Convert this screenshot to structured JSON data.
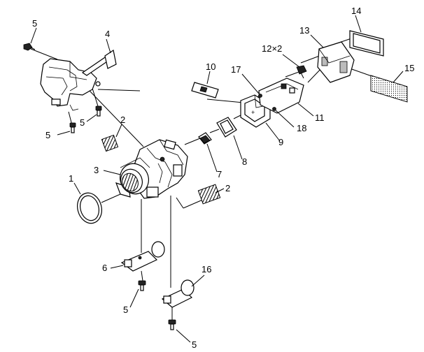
{
  "diagram": {
    "callouts": [
      {
        "id": "c5a",
        "label": "5"
      },
      {
        "id": "c4",
        "label": "4"
      },
      {
        "id": "c5b",
        "label": "5"
      },
      {
        "id": "c5c",
        "label": "5"
      },
      {
        "id": "c2a",
        "label": "2"
      },
      {
        "id": "c3",
        "label": "3"
      },
      {
        "id": "c1",
        "label": "1"
      },
      {
        "id": "c10",
        "label": "10"
      },
      {
        "id": "c17",
        "label": "17"
      },
      {
        "id": "c12",
        "label": "12×2"
      },
      {
        "id": "c13",
        "label": "13"
      },
      {
        "id": "c14",
        "label": "14"
      },
      {
        "id": "c15",
        "label": "15"
      },
      {
        "id": "c11",
        "label": "11"
      },
      {
        "id": "c18",
        "label": "18"
      },
      {
        "id": "c9",
        "label": "9"
      },
      {
        "id": "c8",
        "label": "8"
      },
      {
        "id": "c7",
        "label": "7"
      },
      {
        "id": "c2b",
        "label": "2"
      },
      {
        "id": "c6",
        "label": "6"
      },
      {
        "id": "c5d",
        "label": "5"
      },
      {
        "id": "c16",
        "label": "16"
      },
      {
        "id": "c5e",
        "label": "5"
      }
    ]
  }
}
